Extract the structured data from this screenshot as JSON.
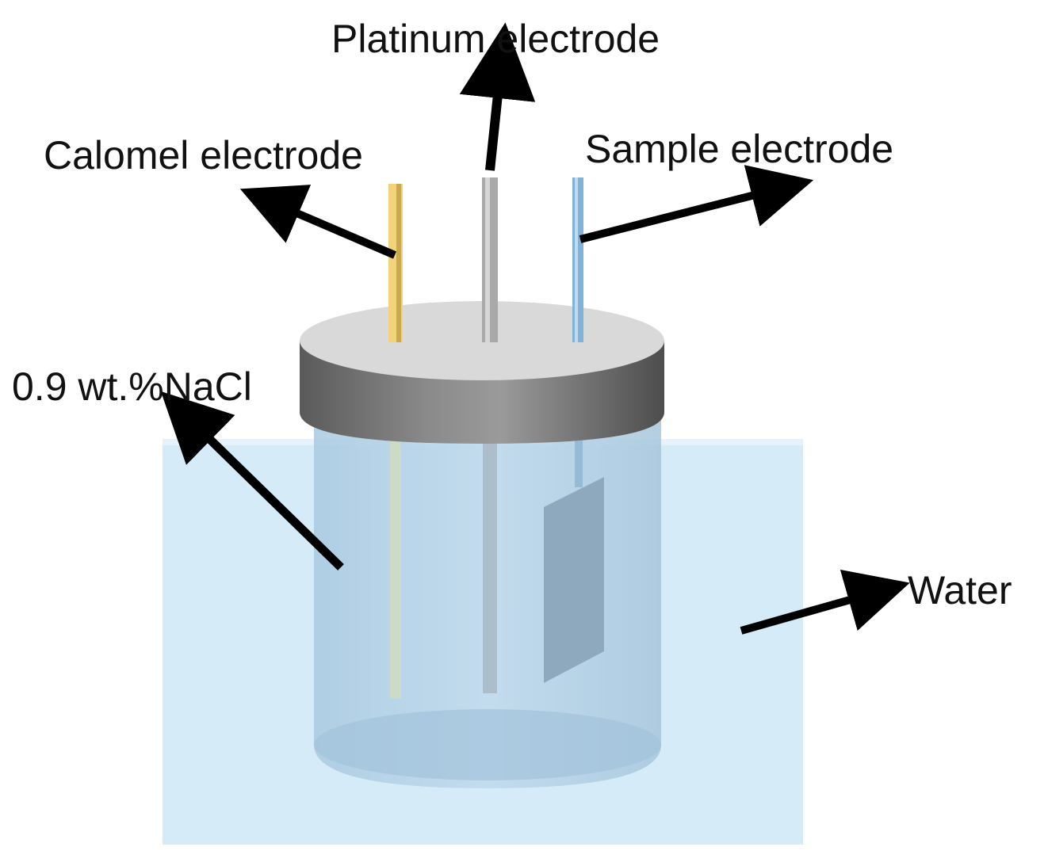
{
  "labels": {
    "platinum": "Platinum electrode",
    "calomel": "Calomel electrode",
    "sample": "Sample electrode",
    "nacl": "0.9 wt.%NaCl",
    "water": "Water"
  },
  "colors": {
    "water_bath": "#d6ebf8",
    "cell_body": "#b7d4e8",
    "lid_top": "#d9d9d9",
    "lid_side": "#6f6f6f",
    "calomel_rod": "#f2d27a",
    "platinum_rod": "#9a9a9a",
    "sample_rod": "#7fb3d9",
    "sample_plate": "#8fa9bd",
    "arrow": "#000000"
  },
  "icons": {
    "arrow": "arrow-icon"
  }
}
